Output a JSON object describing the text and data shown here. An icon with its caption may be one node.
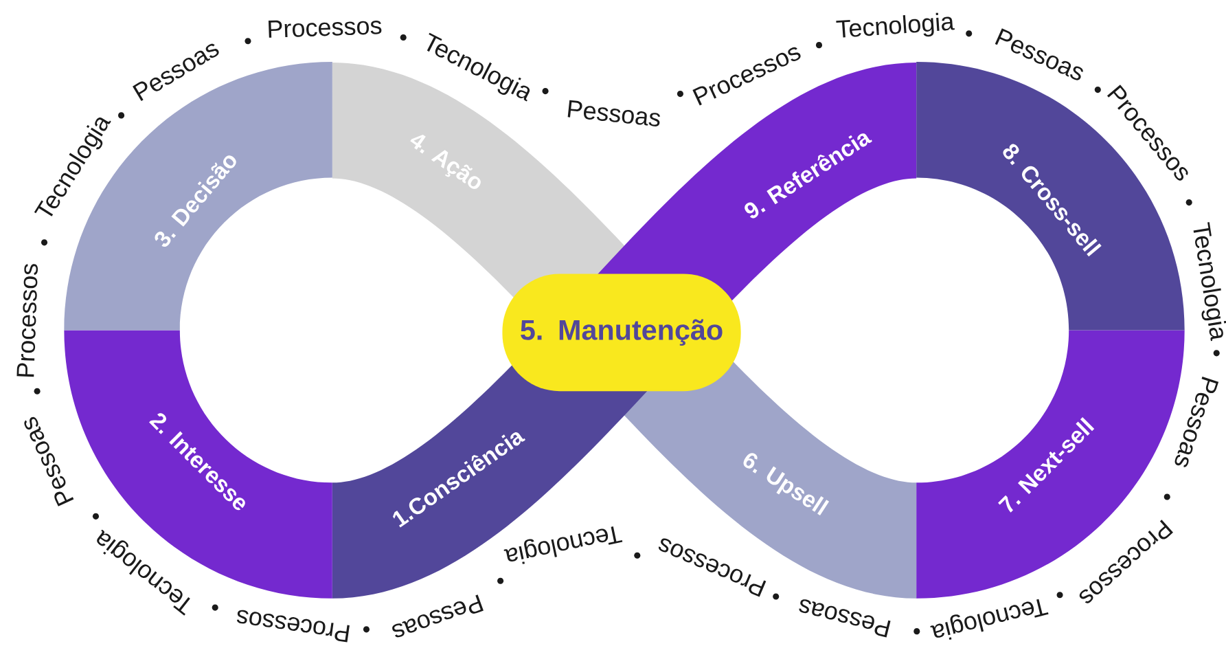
{
  "diagram": {
    "nodes": [
      {
        "text": [
          "1.Consciência"
        ]
      },
      {
        "text": [
          "2. Interesse"
        ]
      },
      {
        "text": [
          "3. Decisão"
        ]
      },
      {
        "text": [
          "4. Ação"
        ]
      },
      {
        "text": [
          "5. Manutenção"
        ]
      },
      {
        "text": [
          "6. Upsell"
        ]
      },
      {
        "text": [
          "7. Next-sell"
        ]
      },
      {
        "text": [
          "8. Cross-sell"
        ]
      },
      {
        "text": [
          "9. Referência"
        ]
      }
    ],
    "labels": [
      "Processos",
      "Tecnologia",
      "Pessoas",
      "Processos",
      "Tecnologia",
      "Pessoas",
      "Processos",
      "Tecnologia",
      "Pessoas",
      "Processos",
      "Tecnologia",
      "Pessoas",
      "Processos",
      "Tecnologia",
      "Pessoas",
      "Processos",
      "Tecnologia",
      "Pessoas",
      "Processos",
      "Tecnologia",
      "Pessoas"
    ]
  }
}
